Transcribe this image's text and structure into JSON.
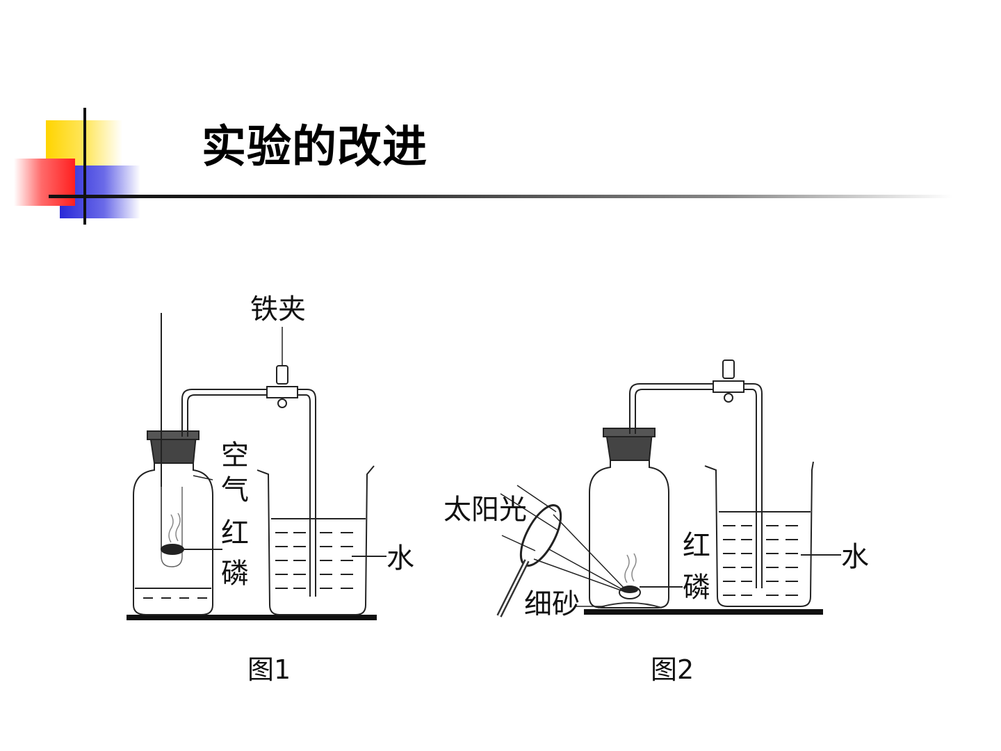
{
  "slide": {
    "title": "实验的改进"
  },
  "figure1": {
    "caption": "图1",
    "labels": {
      "iron_clamp": "铁夹",
      "air_1": "空",
      "air_2": "气",
      "red_1": "红",
      "red_2": "磷",
      "water": "水"
    }
  },
  "figure2": {
    "caption": "图2",
    "labels": {
      "sunlight": "太阳光",
      "red_1": "红",
      "red_2": "磷",
      "sand": "细砂",
      "water": "水"
    }
  }
}
